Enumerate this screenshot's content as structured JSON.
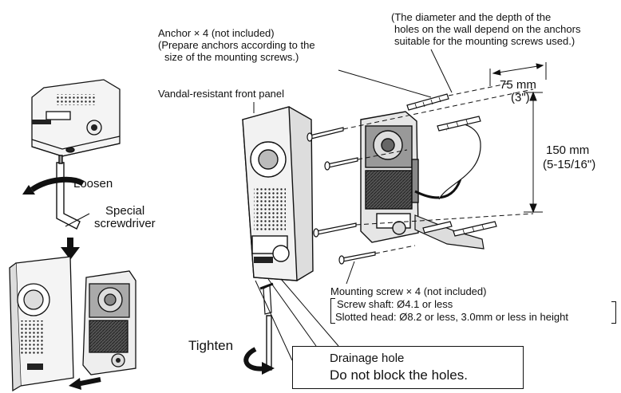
{
  "labels": {
    "anchor_line1": "Anchor × 4 (not included)",
    "anchor_line2": "(Prepare anchors according to the",
    "anchor_line3": "size of the mounting screws.)",
    "diameter_line1": "(The diameter and the depth of the",
    "diameter_line2": "holes on the wall depend on the anchors",
    "diameter_line3": "suitable for the mounting screws used.)",
    "dim_75": "75 mm",
    "dim_3in": "(3\")",
    "dim_150": "150 mm",
    "dim_5in": "(5-15/16\")",
    "front_panel": "Vandal-resistant front panel",
    "loosen": "Loosen",
    "special_line1": "Special",
    "special_line2": "screwdriver",
    "mounting_screw": "Mounting screw × 4 (not included)",
    "screw_shaft": "Screw shaft: Ø4.1 or less",
    "slotted_head": "Slotted head: Ø8.2 or less, 3.0mm or less in height",
    "tighten": "Tighten",
    "drainage": "Drainage hole",
    "do_not_block": "Do not block the holes."
  },
  "icons": {
    "prohibition": "prohibition-icon",
    "down_arrow": "down-arrow-icon",
    "curved_arrow": "rotate-arrow-icon"
  },
  "colors": {
    "line": "#111111",
    "shade": "#444444",
    "panel_fill": "#f2f2f2"
  }
}
